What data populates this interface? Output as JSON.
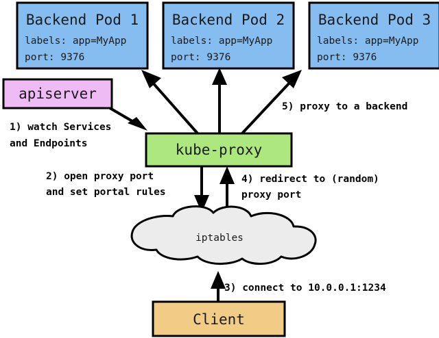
{
  "diagram": {
    "title": "Kubernetes kube-proxy service proxying flow",
    "colors": {
      "pod_fill": "#85bdf0",
      "apiserver_fill": "#eebbf5",
      "kube_proxy_fill": "#ade87f",
      "client_fill": "#f0cc87",
      "cloud_fill": "#ececec",
      "stroke": "#000000",
      "background": "#ffffff"
    },
    "nodes": {
      "pod1": {
        "title": "Backend Pod 1",
        "labels": "labels: app=MyApp",
        "port": "port: 9376"
      },
      "pod2": {
        "title": "Backend Pod 2",
        "labels": "labels: app=MyApp",
        "port": "port: 9376"
      },
      "pod3": {
        "title": "Backend Pod 3",
        "labels": "labels: app=MyApp",
        "port": "port: 9376"
      },
      "apiserver": {
        "title": "apiserver"
      },
      "kube_proxy": {
        "title": "kube-proxy"
      },
      "iptables": {
        "title": "iptables"
      },
      "client": {
        "title": "Client"
      }
    },
    "steps": [
      {
        "id": "step1",
        "line1": "1) watch Services",
        "line2": "and Endpoints"
      },
      {
        "id": "step2",
        "line1": "2) open proxy port",
        "line2": "and set portal rules"
      },
      {
        "id": "step3",
        "line1": "3) connect to 10.0.0.1:1234",
        "line2": ""
      },
      {
        "id": "step4",
        "line1": "4) redirect to (random)",
        "line2": "proxy port"
      },
      {
        "id": "step5",
        "line1": "5) proxy to a backend",
        "line2": ""
      }
    ]
  }
}
